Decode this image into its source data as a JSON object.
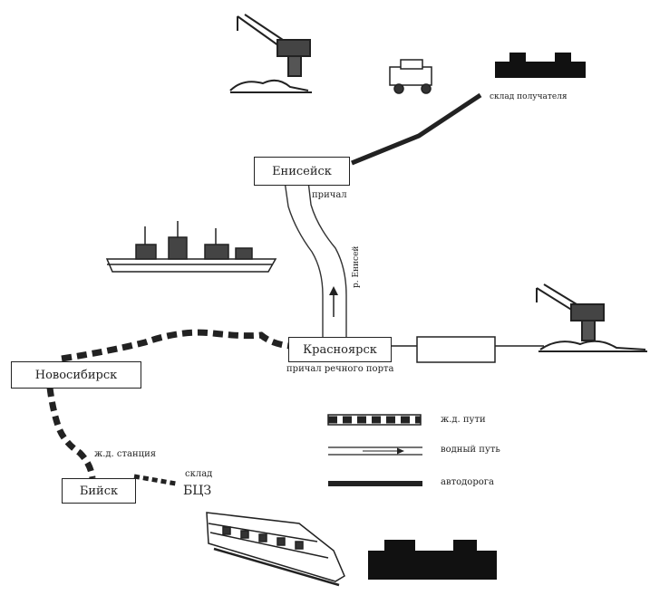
{
  "cities": {
    "yeniseysk": "Енисейск",
    "krasnoyarsk": "Красноярск",
    "novosibirsk": "Новосибирск",
    "biysk": "Бийск"
  },
  "labels": {
    "pier_top": "причал",
    "river": "р. Енисей",
    "pier_port": "причал речного порта",
    "rail_station": "ж.д. станция",
    "warehouse": "склад",
    "warehouse_code": "БЦЗ",
    "airbase": "склад получателя"
  },
  "legend": {
    "rail": "ж.д. пути",
    "water": "водный путь",
    "road": "автодорога"
  },
  "colors": {
    "ink": "#222222",
    "paper": "#ffffff"
  }
}
